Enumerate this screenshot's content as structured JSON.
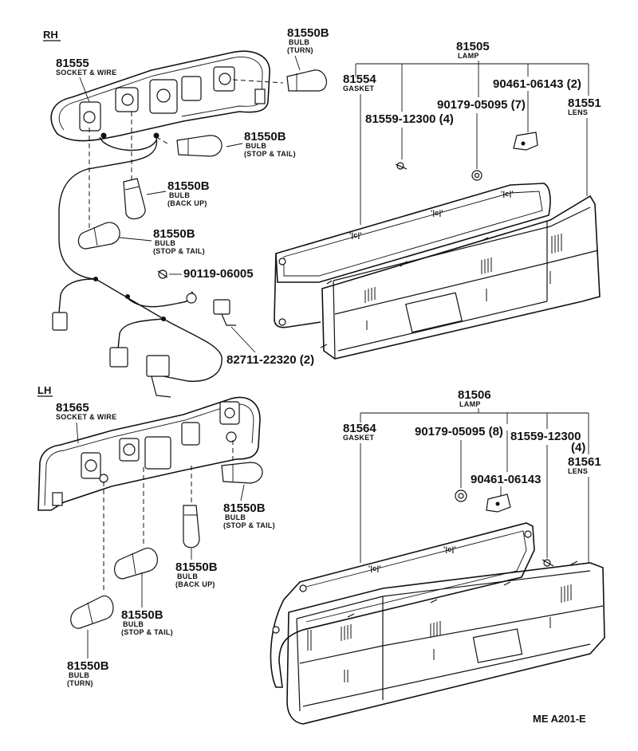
{
  "sections": {
    "rh": "RH",
    "lh": "LH"
  },
  "footer_code": "ME A201-E",
  "rh_parts": {
    "bulb_turn": {
      "number": "81550B",
      "desc1": "BULB",
      "desc2": "(TURN)"
    },
    "socket_wire": {
      "number": "81555",
      "desc": "SOCKET & WIRE"
    },
    "bulb_stop_tail_1": {
      "number": "81550B",
      "desc1": "BULB",
      "desc2": "(STOP & TAIL)"
    },
    "bulb_back_up": {
      "number": "81550B",
      "desc1": "BULB",
      "desc2": "(BACK UP)"
    },
    "bulb_stop_tail_2": {
      "number": "81550B",
      "desc1": "BULB",
      "desc2": "(STOP & TAIL)"
    },
    "screw": {
      "number": "90119-06005"
    },
    "connector": {
      "number": "82711-22320 (2)"
    },
    "lamp": {
      "number": "81505",
      "desc": "LAMP"
    },
    "gasket": {
      "number": "81554",
      "desc": "GASKET"
    },
    "nut": {
      "number": "81559-12300 (4)"
    },
    "clip": {
      "number": "90179-05095 (7)"
    },
    "bracket": {
      "number": "90461-06143 (2)"
    },
    "lens": {
      "number": "81551",
      "desc": "LENS"
    }
  },
  "lh_parts": {
    "socket_wire": {
      "number": "81565",
      "desc": "SOCKET & WIRE"
    },
    "bulb_stop_tail_1": {
      "number": "81550B",
      "desc1": "BULB",
      "desc2": "(STOP & TAIL)"
    },
    "bulb_back_up": {
      "number": "81550B",
      "desc1": "BULB",
      "desc2": "(BACK UP)"
    },
    "bulb_stop_tail_2": {
      "number": "81550B",
      "desc1": "BULB",
      "desc2": "(STOP & TAIL)"
    },
    "bulb_turn": {
      "number": "81550B",
      "desc1": "BULB",
      "desc2": "(TURN)"
    },
    "lamp": {
      "number": "81506",
      "desc": "LAMP"
    },
    "gasket": {
      "number": "81564",
      "desc": "GASKET"
    },
    "clip": {
      "number": "90179-05095 (8)"
    },
    "nut": {
      "number": "81559-12300",
      "qty": "(4)"
    },
    "bracket": {
      "number": "90461-06143"
    },
    "lens": {
      "number": "81561",
      "desc": "LENS"
    }
  }
}
